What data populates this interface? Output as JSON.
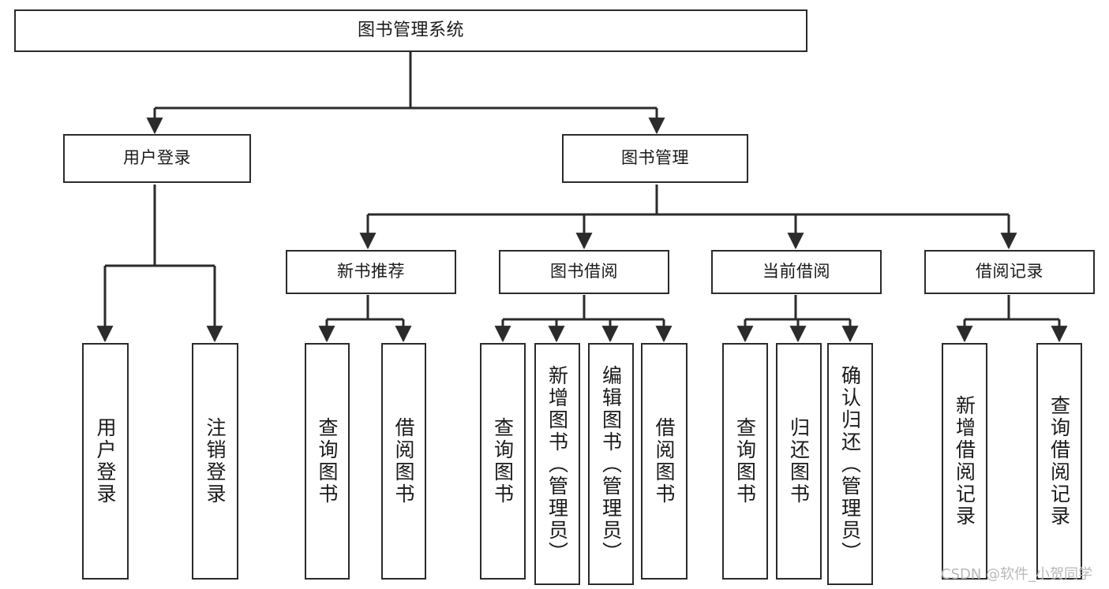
{
  "diagram": {
    "title": "图书管理系统",
    "type": "hierarchy-tree",
    "watermark": "CSDN @软件_小贺同学",
    "line_color": "#2b2b2b",
    "box_fill": "#ffffff",
    "text_color": "#1a1a1a",
    "watermark_color": "#b8b8b8"
  },
  "nodes": {
    "root": {
      "label": "图书管理系统",
      "level": 0
    },
    "level1": [
      {
        "id": "user-login",
        "label": "用户登录"
      },
      {
        "id": "book-manage",
        "label": "图书管理"
      }
    ],
    "level2": [
      {
        "id": "new-book-recommend",
        "label": "新书推荐"
      },
      {
        "id": "book-borrow",
        "label": "图书借阅"
      },
      {
        "id": "current-borrow",
        "label": "当前借阅"
      },
      {
        "id": "borrow-record",
        "label": "借阅记录"
      }
    ],
    "leaves": {
      "user-login": [
        {
          "id": "leaf-user-login",
          "label": "用户登录"
        },
        {
          "id": "leaf-logout",
          "label": "注销登录"
        }
      ],
      "new-book-recommend": [
        {
          "id": "leaf-query-book-1",
          "label": "查询图书"
        },
        {
          "id": "leaf-borrow-book-1",
          "label": "借阅图书"
        }
      ],
      "book-borrow": [
        {
          "id": "leaf-query-book-2",
          "label": "查询图书"
        },
        {
          "id": "leaf-add-book",
          "label": "新增图书（管理员）"
        },
        {
          "id": "leaf-edit-book",
          "label": "编辑图书（管理员）"
        },
        {
          "id": "leaf-borrow-book-2",
          "label": "借阅图书"
        }
      ],
      "current-borrow": [
        {
          "id": "leaf-query-book-3",
          "label": "查询图书"
        },
        {
          "id": "leaf-return-book",
          "label": "归还图书"
        },
        {
          "id": "leaf-confirm-return",
          "label": "确认归还（管理员）"
        }
      ],
      "borrow-record": [
        {
          "id": "leaf-add-record",
          "label": "新增借阅记录"
        },
        {
          "id": "leaf-query-record",
          "label": "查询借阅记录"
        }
      ]
    }
  }
}
